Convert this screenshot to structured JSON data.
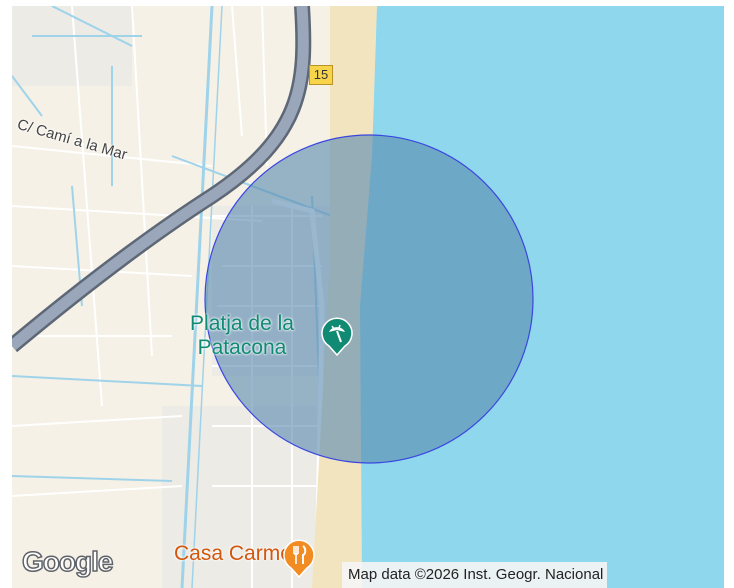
{
  "map": {
    "road_label": "C/ Camí a la Mar",
    "route_badge": "15",
    "poi": {
      "line1": "Platja de la",
      "line2": "Patacona",
      "icon": "beach-umbrella-icon",
      "color": "#118a73"
    },
    "restaurant": {
      "label": "Casa Carmela",
      "icon": "fork-knife-icon",
      "color": "#f28b22"
    },
    "logo": "Google",
    "attribution": "Map data ©2026 Inst. Geogr. Nacional",
    "colors": {
      "water": "#8ed7ec",
      "land": "#f6f1e6",
      "beach": "#f3e4c0",
      "highway": "#8a96ab",
      "waterway": "#9fd3ea",
      "circle_fill": "#5b8bb0",
      "circle_stroke": "#3b46e0"
    }
  }
}
